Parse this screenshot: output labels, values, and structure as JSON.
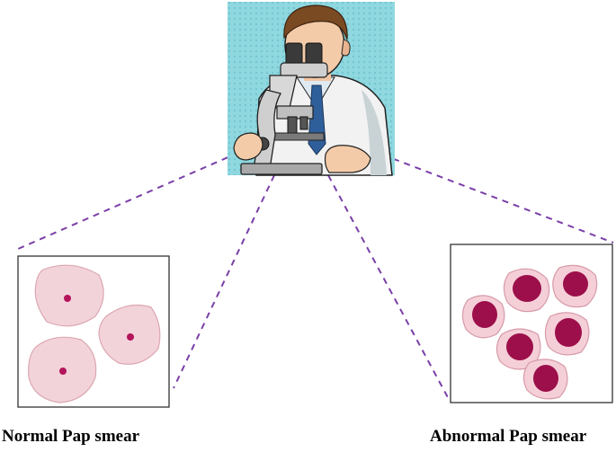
{
  "captions": {
    "normal": "Normal Pap smear",
    "abnormal": "Abnormal Pap smear"
  },
  "illustration": {
    "subject": "scientist-at-microscope",
    "background_color": "#8fd8e0"
  },
  "colors": {
    "connector": "#7a3fa8",
    "normal_cell_fill": "#f3d3da",
    "normal_cell_stroke": "#dca7b2",
    "normal_nucleus": "#b3145a",
    "abnormal_cell_fill": "#f5cfd8",
    "abnormal_cell_stroke": "#d69aa8",
    "abnormal_nucleus": "#9c0f4a"
  },
  "panels": [
    {
      "name": "normal",
      "cell_count": 3,
      "nucleus": "small"
    },
    {
      "name": "abnormal",
      "cell_count": 6,
      "nucleus": "large"
    }
  ]
}
